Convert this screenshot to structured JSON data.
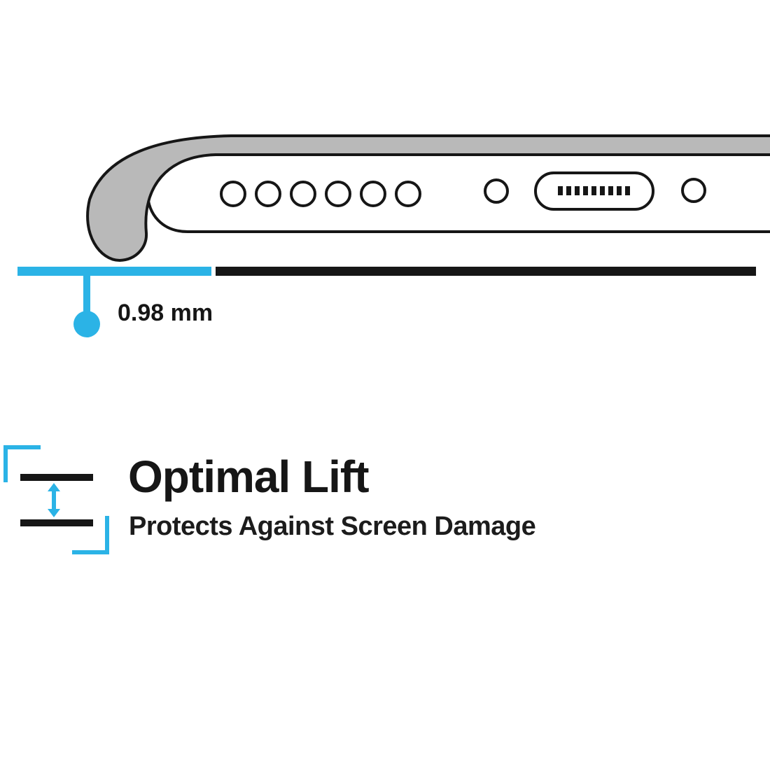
{
  "page": {
    "background": "#ffffff",
    "description": "Phone case product feature diagram showing raised lip lift at bottom edge of phone"
  },
  "colors": {
    "accent_cyan": "#2bb3e6",
    "ink_black": "#161616",
    "case_gray": "#b9b9b9",
    "phone_white": "#ffffff"
  },
  "diagram": {
    "lift_measurement": "0.98 mm",
    "speaker_hole_count": 6,
    "port_pin_count": 9
  },
  "feature": {
    "title": "Optimal Lift",
    "subtitle": "Protects Against Screen Damage"
  }
}
